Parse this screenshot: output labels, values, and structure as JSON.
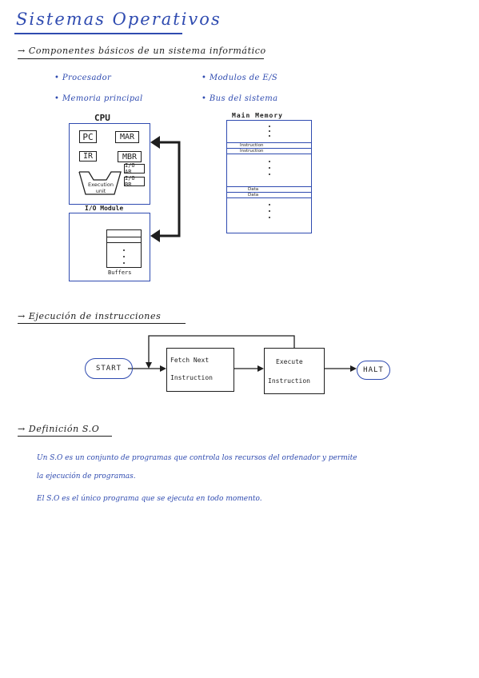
{
  "title": "Sistemas Operativos",
  "section1": {
    "heading": "→ Componentes básicos de un sistema informático",
    "bullets_left": [
      "• Procesador",
      "• Memoria principal"
    ],
    "bullets_right": [
      "• Modulos de E/S",
      "• Bus del sistema"
    ]
  },
  "cpu": {
    "label": "CPU",
    "registers": [
      "PC",
      "MAR",
      "IR",
      "MBR"
    ],
    "io_regs": [
      "I/O AR",
      "I/O BR"
    ],
    "execution_unit": "Execution unit"
  },
  "io_module": {
    "label": "I/O Module",
    "buffers": "Buffers"
  },
  "main_memory": {
    "label": "Main Memory",
    "rows": [
      "Instruction",
      "Instruction",
      "Data",
      "Data"
    ]
  },
  "section2": {
    "heading": "→ Ejecución de instrucciones",
    "start": "START",
    "fetch_line1": "Fetch Next",
    "fetch_line2": "Instruction",
    "execute_line1": "Execute",
    "execute_line2": "Instruction",
    "halt": "HALT"
  },
  "section3": {
    "heading": "→ Definición S.O",
    "para1_line1": "Un S.O es un conjunto de programas que controla los recursos del ordenador y permite",
    "para1_line2": "la ejecución de programas.",
    "para2": "El S.O es el único programa que se ejecuta en todo momento."
  },
  "colors": {
    "ink_blue": "#2f4bb0",
    "ink_black": "#1e1e1e"
  }
}
